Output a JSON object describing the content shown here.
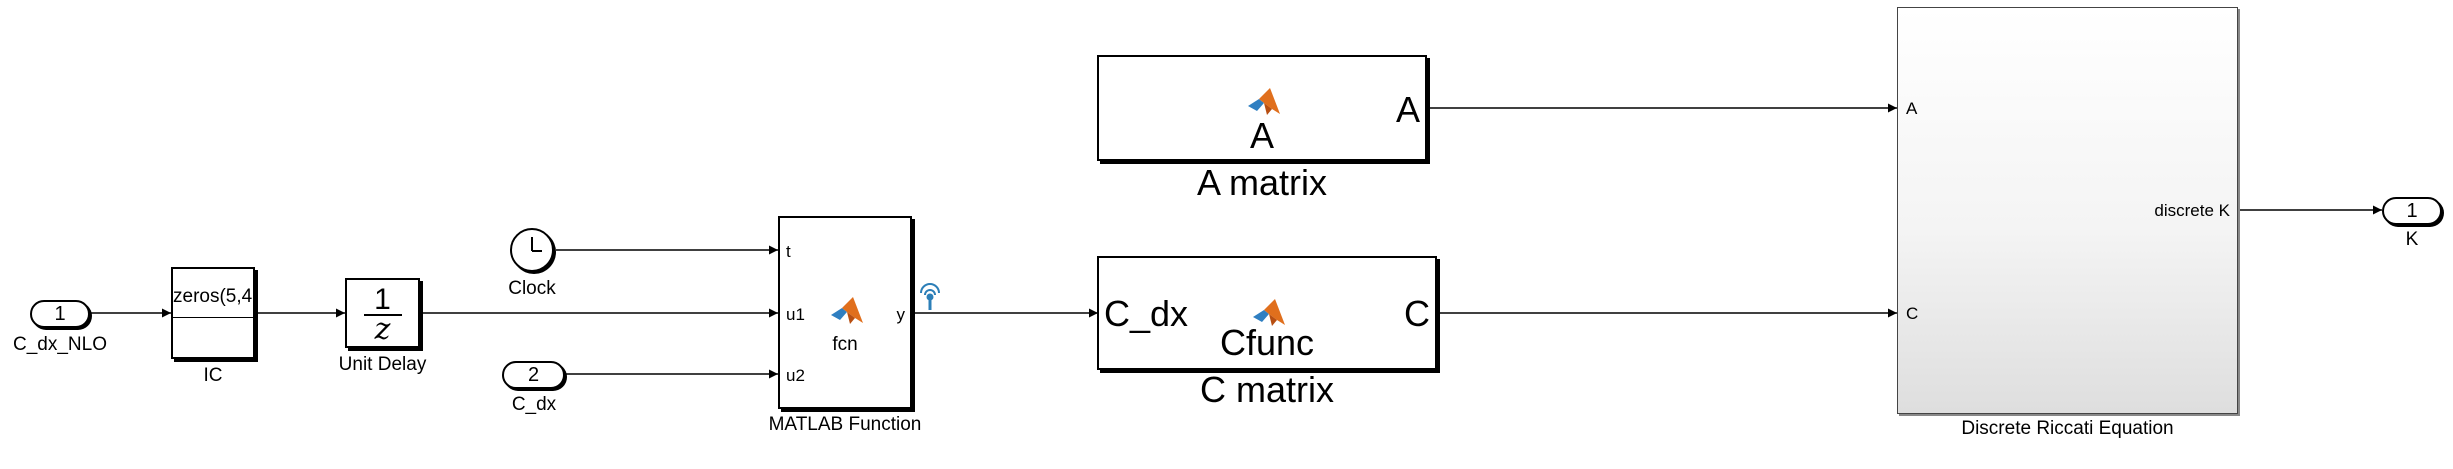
{
  "blocks": {
    "inport1": {
      "number": "1",
      "label": "C_dx_NLO"
    },
    "ic": {
      "text": "zeros(5,4",
      "label": "IC"
    },
    "unit_delay": {
      "numerator": "1",
      "denominator": "z",
      "label": "Unit Delay"
    },
    "clock": {
      "label": "Clock"
    },
    "inport2": {
      "number": "2",
      "label": "C_dx"
    },
    "matlab_fcn": {
      "ports_in": [
        "t",
        "u1",
        "u2"
      ],
      "port_out": "y",
      "fcn": "fcn",
      "label": "MATLAB Function"
    },
    "a_matrix": {
      "port_out": "A",
      "fcn": "A",
      "label": "A matrix"
    },
    "c_matrix": {
      "port_in": "C_dx",
      "port_out": "C",
      "fcn": "Cfunc",
      "label": "C matrix"
    },
    "riccati": {
      "ports_in": [
        "A",
        "C"
      ],
      "port_out": "discrete K",
      "label": "Discrete Riccati Equation"
    },
    "outport1": {
      "number": "1",
      "label": "K"
    }
  },
  "colors": {
    "line": "#000000",
    "matlab_orange": "#e06f1d",
    "matlab_blue": "#2f7fc1",
    "probe": "#2c7fb8"
  }
}
